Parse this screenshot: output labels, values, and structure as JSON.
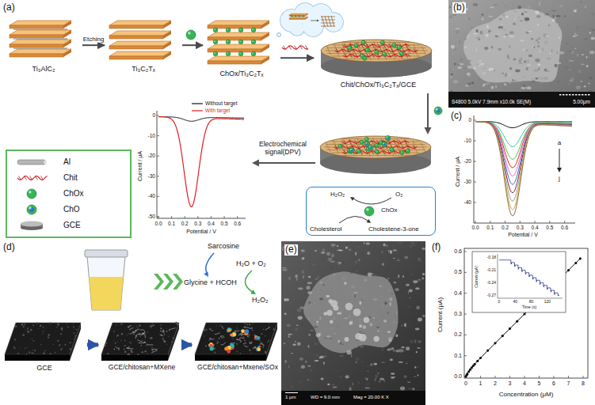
{
  "diagram": {
    "nodes": [
      {
        "text": [
          "Ti₃AlC₂"
        ]
      },
      {
        "text": [
          "Ti₃C₂Tₓ"
        ]
      },
      {
        "text": [
          "ChOx/Ti₃C₂Tₓ"
        ]
      },
      {
        "text": [
          "Chit/ChOx/Ti₃C₂Tₓ/GCE"
        ]
      },
      {
        "text": [
          "H₂O₂",
          "O₂",
          "ChOx",
          "Cholesterol",
          "Cholestene-3-one"
        ]
      },
      {
        "text": [
          "GCE"
        ]
      },
      {
        "text": [
          "GCE/chitosan+MXene"
        ]
      },
      {
        "text": [
          "GCE/chitosan+Mxene/SOx"
        ]
      }
    ],
    "edges": [
      {
        "from": 0,
        "to": 1,
        "label": "Etching",
        "arrow": "to"
      },
      {
        "from": 1,
        "to": 2,
        "arrow": "to"
      },
      {
        "from": 2,
        "to": 3,
        "arrow": "to"
      },
      {
        "from": 5,
        "to": 6,
        "arrow": "to"
      },
      {
        "from": 6,
        "to": 7,
        "arrow": "to"
      }
    ],
    "labels": [
      "(a)",
      "Electrochemical signal(DPV)",
      "Current / μA",
      "Potential / V",
      "0",
      "-10",
      "-20",
      "-30",
      "-40",
      "-50",
      "0.0",
      "0.1",
      "0.2",
      "0.3",
      "0.4",
      "0.5",
      "0.6",
      "(b)",
      "S4800 5.0kV 7.9mm x10.0k SE(M)",
      "5.00μm",
      "(c)",
      "Current / μA",
      "Potential / V",
      "0",
      "-10",
      "-20",
      "-30",
      "-40",
      "0.0",
      "0.1",
      "0.2",
      "0.3",
      "0.4",
      "0.5",
      "0.6",
      "a",
      "j",
      "(d)",
      "Sarcosine",
      "H₂O + O₂",
      "Glycine + HCOH",
      "H₂O₂",
      "(e)",
      "1 μm",
      "WD = 9.0 mm",
      "Mag = 20.00 K X",
      "(f)",
      "Current (μA)",
      "Concentration (μM)",
      "0.0",
      "0.1",
      "0.2",
      "0.3",
      "0.4",
      "0.5",
      "0.6",
      "0",
      "1",
      "2",
      "3",
      "4",
      "5",
      "6",
      "7",
      "8",
      "Current (μA)",
      "Time (s)",
      "-0.18",
      "-0.21",
      "-0.24",
      "-0.27",
      "0",
      "40",
      "80",
      "120"
    ],
    "legend": [
      {
        "text": "Al"
      },
      {
        "text": "Chit"
      },
      {
        "text": "ChOx"
      },
      {
        "text": "ChO"
      },
      {
        "text": "GCE"
      },
      {
        "text": "Without target"
      },
      {
        "text": "With target"
      }
    ]
  }
}
